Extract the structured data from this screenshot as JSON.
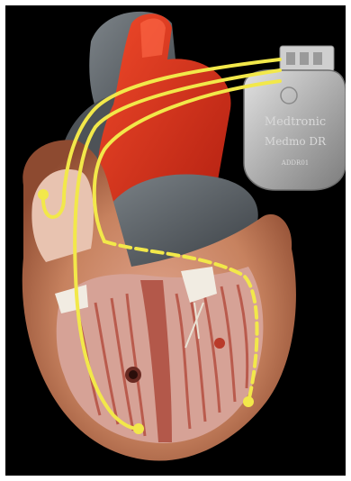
{
  "image": {
    "subject": "heart-with-pacemaker-leads",
    "background_color": "#000000",
    "device": {
      "brand_text": "Medtronic",
      "model_text": "Medmo DR",
      "serial_text": "ADDR01"
    },
    "colors": {
      "lead": "#f2e84a",
      "aorta": "#e8341c",
      "vessel_gray": "#5a6065",
      "muscle": "#c9805c",
      "chamber_inner": "#d9a7a0",
      "device_body": "#b9b9b9"
    }
  }
}
